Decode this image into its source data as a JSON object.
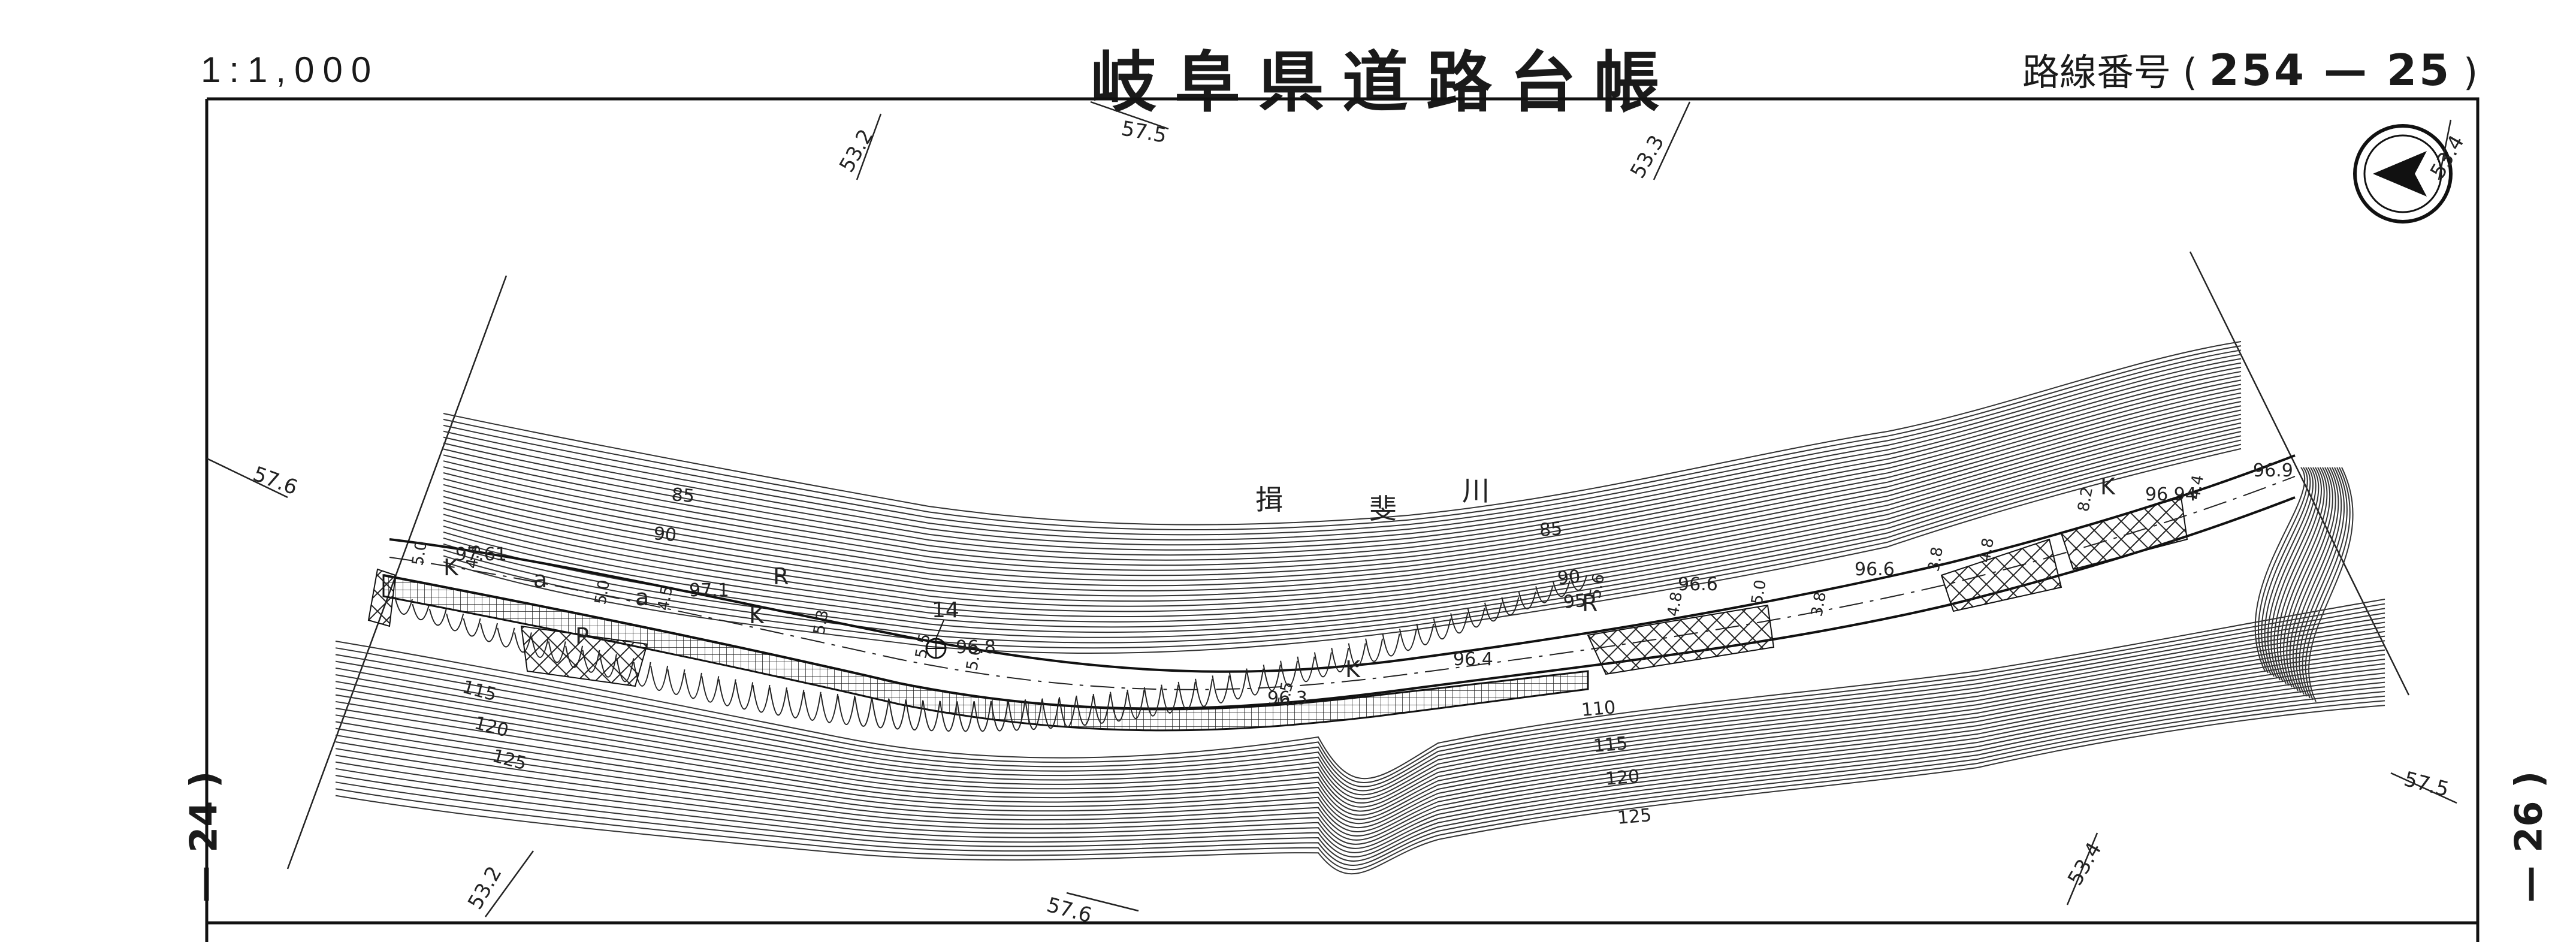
{
  "header": {
    "scale": "1:1,000",
    "title": "岐阜県道路台帳",
    "route_label": "路線番号",
    "route_number": "254 — 25"
  },
  "adjacent_pages": {
    "left": "— 24 )",
    "right": "— 26 )"
  },
  "river_name": [
    "揖",
    "斐",
    "川"
  ],
  "grid_labels": [
    "53.2",
    "57.5",
    "53.3",
    "53.4",
    "57.6",
    "53.2",
    "57.6",
    "53.4",
    "57.5"
  ],
  "contour_labels": [
    "85",
    "90",
    "85",
    "90",
    "95",
    "110",
    "115",
    "120",
    "125",
    "115",
    "120",
    "125"
  ],
  "elevations": [
    "97.61",
    "97.1",
    "96.8",
    "96.3",
    "96.4",
    "96.6",
    "96.6",
    "96.94",
    "96.9"
  ],
  "road_codes": [
    "K",
    "a",
    "a",
    "K",
    "K",
    "K",
    "P",
    "R",
    "R"
  ],
  "widths": [
    "5.0",
    "4.5",
    "5.0",
    "4.5",
    "5.3",
    "5.5",
    "5.0",
    "5.5",
    "5.6",
    "4.8",
    "5.0",
    "3.8",
    "3.8",
    "4.8",
    "8.2",
    "4.4"
  ],
  "station": "14",
  "colors": {
    "ink": "#1a1a1a",
    "paper": "#ffffff"
  }
}
